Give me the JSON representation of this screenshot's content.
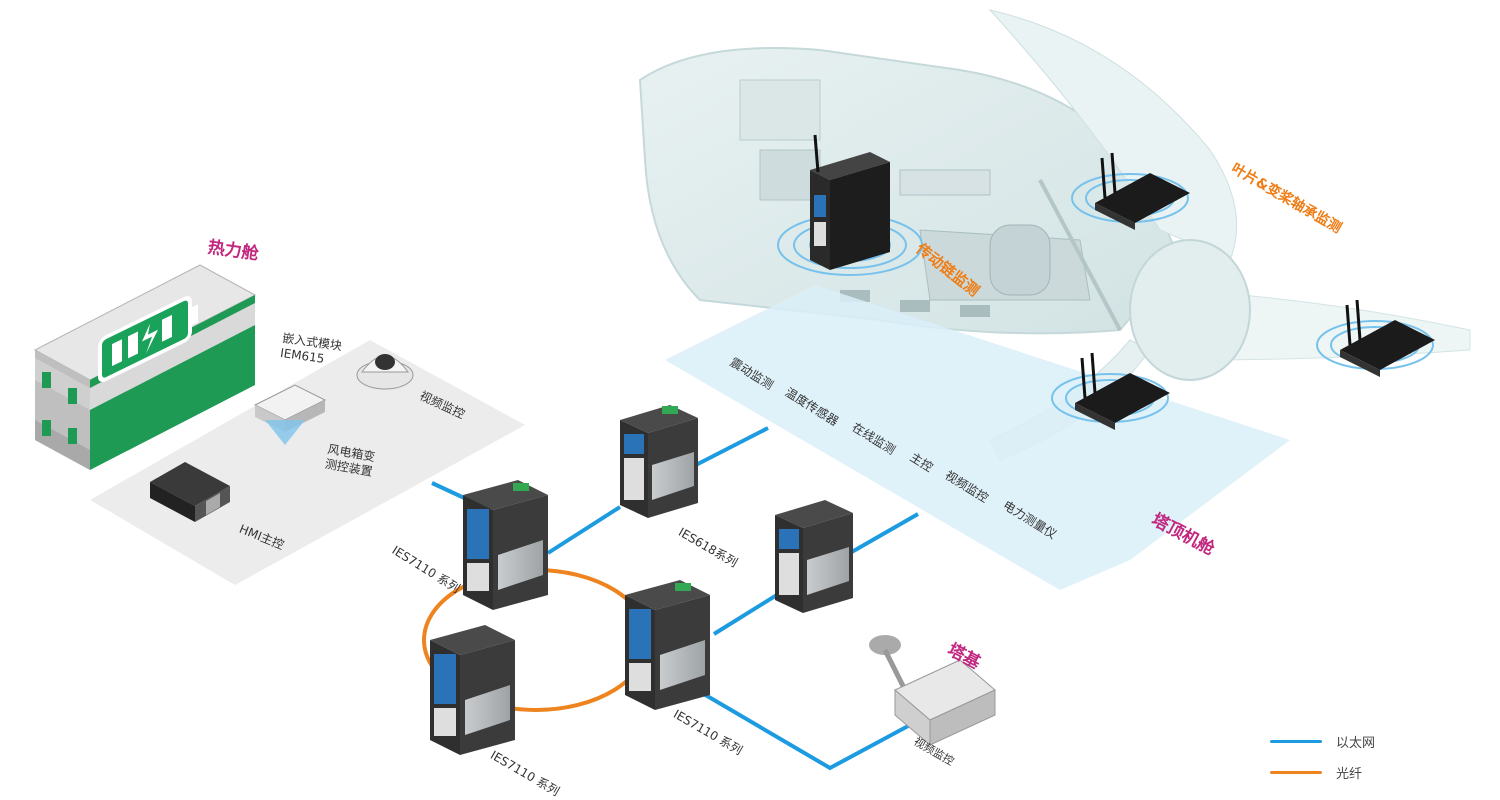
{
  "colors": {
    "ethernet": "#1d9be0",
    "fiber": "#ee8420",
    "title_magenta": "#c2277f",
    "title_orange": "#ef7d16",
    "battery_green": "#1aa25a"
  },
  "areas": {
    "thermal_cabin": "热力舱",
    "tower_nacelle": "塔顶机舱",
    "tower_base": "塔基",
    "drivetrain": "传动链监测",
    "blade_pitch": "叶片&变桨轴承监测"
  },
  "cabin_devices": {
    "module_line1": "嵌入式模块",
    "module_line2": "IEM615",
    "camera": "视频监控",
    "box_line1": "风电箱变",
    "box_line2": "测控装置",
    "hmi": "HMI主控"
  },
  "switches": {
    "top_left": "IES7110 系列",
    "top_middle": "IES618系列",
    "ring_bottom": "IES7110 系列",
    "ring_right": "IES7110 系列"
  },
  "nacelle_items": [
    "震动监测",
    "温度传感器",
    "在线监测",
    "主控",
    "视频监控",
    "电力测量仪"
  ],
  "base_camera": "视频监控",
  "legend": {
    "ethernet": "以太网",
    "fiber": "光纤"
  },
  "icons": [
    "battery-icon",
    "wireless-signal-icon",
    "dome-camera-icon",
    "bullet-camera-icon",
    "industrial-switch-icon",
    "router-board-icon",
    "antenna-icon"
  ]
}
